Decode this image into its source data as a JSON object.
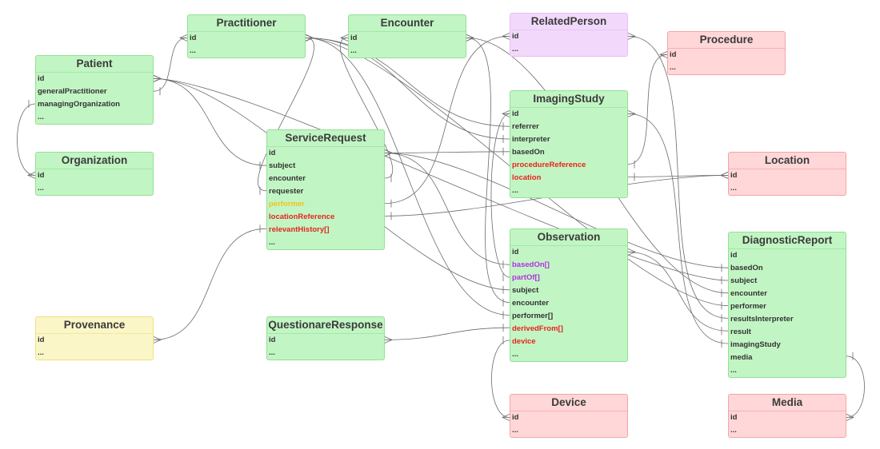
{
  "colors": {
    "required_red": "#e8231e",
    "purple": "#b42ee6",
    "yellow": "#f2c31a",
    "default": "#333333",
    "line": "#6b6b6b"
  },
  "tables": [
    {
      "key": "practitioner",
      "name": "Practitioner",
      "theme": "green",
      "fields": [
        {
          "text": "id"
        },
        {
          "text": "..."
        }
      ]
    },
    {
      "key": "encounter",
      "name": "Encounter",
      "theme": "green",
      "fields": [
        {
          "text": "id"
        },
        {
          "text": "..."
        }
      ]
    },
    {
      "key": "relatedperson",
      "name": "RelatedPerson",
      "theme": "purple",
      "fields": [
        {
          "text": "id"
        },
        {
          "text": "..."
        }
      ]
    },
    {
      "key": "procedure",
      "name": "Procedure",
      "theme": "red",
      "fields": [
        {
          "text": "id"
        },
        {
          "text": "..."
        }
      ]
    },
    {
      "key": "patient",
      "name": "Patient",
      "theme": "green",
      "fields": [
        {
          "text": "id"
        },
        {
          "text": "generalPractitioner"
        },
        {
          "text": "managingOrganization"
        },
        {
          "text": "..."
        }
      ]
    },
    {
      "key": "organization",
      "name": "Organization",
      "theme": "green",
      "fields": [
        {
          "text": "id"
        },
        {
          "text": "..."
        }
      ]
    },
    {
      "key": "servicerequest",
      "name": "ServiceRequest",
      "theme": "green",
      "fields": [
        {
          "text": "id"
        },
        {
          "text": "subject"
        },
        {
          "text": "encounter"
        },
        {
          "text": "requester"
        },
        {
          "text": "performer",
          "color": "yellow"
        },
        {
          "text": "locationReference",
          "color": "required_red"
        },
        {
          "text": "relevantHistory[]",
          "color": "required_red"
        },
        {
          "text": "..."
        }
      ]
    },
    {
      "key": "imagingstudy",
      "name": "ImagingStudy",
      "theme": "green",
      "fields": [
        {
          "text": "id"
        },
        {
          "text": "referrer"
        },
        {
          "text": "interpreter"
        },
        {
          "text": "basedOn"
        },
        {
          "text": "procedureReference",
          "color": "required_red"
        },
        {
          "text": "location",
          "color": "required_red"
        },
        {
          "text": "..."
        }
      ]
    },
    {
      "key": "location",
      "name": "Location",
      "theme": "red",
      "fields": [
        {
          "text": "id"
        },
        {
          "text": "..."
        }
      ]
    },
    {
      "key": "observation",
      "name": "Observation",
      "theme": "green",
      "fields": [
        {
          "text": "id"
        },
        {
          "text": "basedOn[]",
          "color": "purple"
        },
        {
          "text": "partOf[]",
          "color": "purple"
        },
        {
          "text": "subject"
        },
        {
          "text": "encounter"
        },
        {
          "text": "performer[]"
        },
        {
          "text": "derivedFrom[]",
          "color": "required_red"
        },
        {
          "text": "device",
          "color": "required_red"
        },
        {
          "text": "..."
        }
      ]
    },
    {
      "key": "diagnosticreport",
      "name": "DiagnosticReport",
      "theme": "green",
      "fields": [
        {
          "text": "id"
        },
        {
          "text": "basedOn"
        },
        {
          "text": "subject"
        },
        {
          "text": "encounter"
        },
        {
          "text": "performer"
        },
        {
          "text": "resultsInterpreter"
        },
        {
          "text": "result"
        },
        {
          "text": "imagingStudy"
        },
        {
          "text": "media"
        },
        {
          "text": "..."
        }
      ]
    },
    {
      "key": "provenance",
      "name": "Provenance",
      "theme": "yellow",
      "fields": [
        {
          "text": "id"
        },
        {
          "text": "..."
        }
      ]
    },
    {
      "key": "questionareresponse",
      "name": "QuestionareResponse",
      "theme": "green",
      "fields": [
        {
          "text": "id"
        },
        {
          "text": "..."
        }
      ]
    },
    {
      "key": "device",
      "name": "Device",
      "theme": "red",
      "fields": [
        {
          "text": "id"
        },
        {
          "text": "..."
        }
      ]
    },
    {
      "key": "media",
      "name": "Media",
      "theme": "red",
      "fields": [
        {
          "text": "id"
        },
        {
          "text": "..."
        }
      ]
    }
  ],
  "relationships": [
    [
      "patient",
      "generalPractitioner",
      "practitioner",
      "id"
    ],
    [
      "patient",
      "managingOrganization",
      "organization",
      "id"
    ],
    [
      "servicerequest",
      "subject",
      "patient",
      "id"
    ],
    [
      "servicerequest",
      "encounter",
      "encounter",
      "id"
    ],
    [
      "servicerequest",
      "requester",
      "practitioner",
      "id"
    ],
    [
      "servicerequest",
      "performer",
      "relatedperson",
      "id"
    ],
    [
      "servicerequest",
      "locationReference",
      "location",
      "id"
    ],
    [
      "servicerequest",
      "relevantHistory[]",
      "provenance",
      "id"
    ],
    [
      "imagingstudy",
      "referrer",
      "practitioner",
      "id"
    ],
    [
      "imagingstudy",
      "interpreter",
      "practitioner",
      "id"
    ],
    [
      "imagingstudy",
      "basedOn",
      "servicerequest",
      "id"
    ],
    [
      "imagingstudy",
      "procedureReference",
      "procedure",
      "id"
    ],
    [
      "imagingstudy",
      "location",
      "location",
      "id"
    ],
    [
      "observation",
      "basedOn[]",
      "servicerequest",
      "id"
    ],
    [
      "observation",
      "partOf[]",
      "imagingstudy",
      "id"
    ],
    [
      "observation",
      "subject",
      "patient",
      "id"
    ],
    [
      "observation",
      "encounter",
      "encounter",
      "id"
    ],
    [
      "observation",
      "performer[]",
      "practitioner",
      "id"
    ],
    [
      "observation",
      "derivedFrom[]",
      "questionareresponse",
      "id"
    ],
    [
      "observation",
      "device",
      "device",
      "id"
    ],
    [
      "diagnosticreport",
      "basedOn",
      "servicerequest",
      "id"
    ],
    [
      "diagnosticreport",
      "subject",
      "patient",
      "id"
    ],
    [
      "diagnosticreport",
      "encounter",
      "encounter",
      "id"
    ],
    [
      "diagnosticreport",
      "performer",
      "practitioner",
      "id"
    ],
    [
      "diagnosticreport",
      "resultsInterpreter",
      "relatedperson",
      "id"
    ],
    [
      "diagnosticreport",
      "result",
      "observation",
      "id"
    ],
    [
      "diagnosticreport",
      "imagingStudy",
      "imagingstudy",
      "id"
    ],
    [
      "diagnosticreport",
      "media",
      "media",
      "id"
    ]
  ]
}
